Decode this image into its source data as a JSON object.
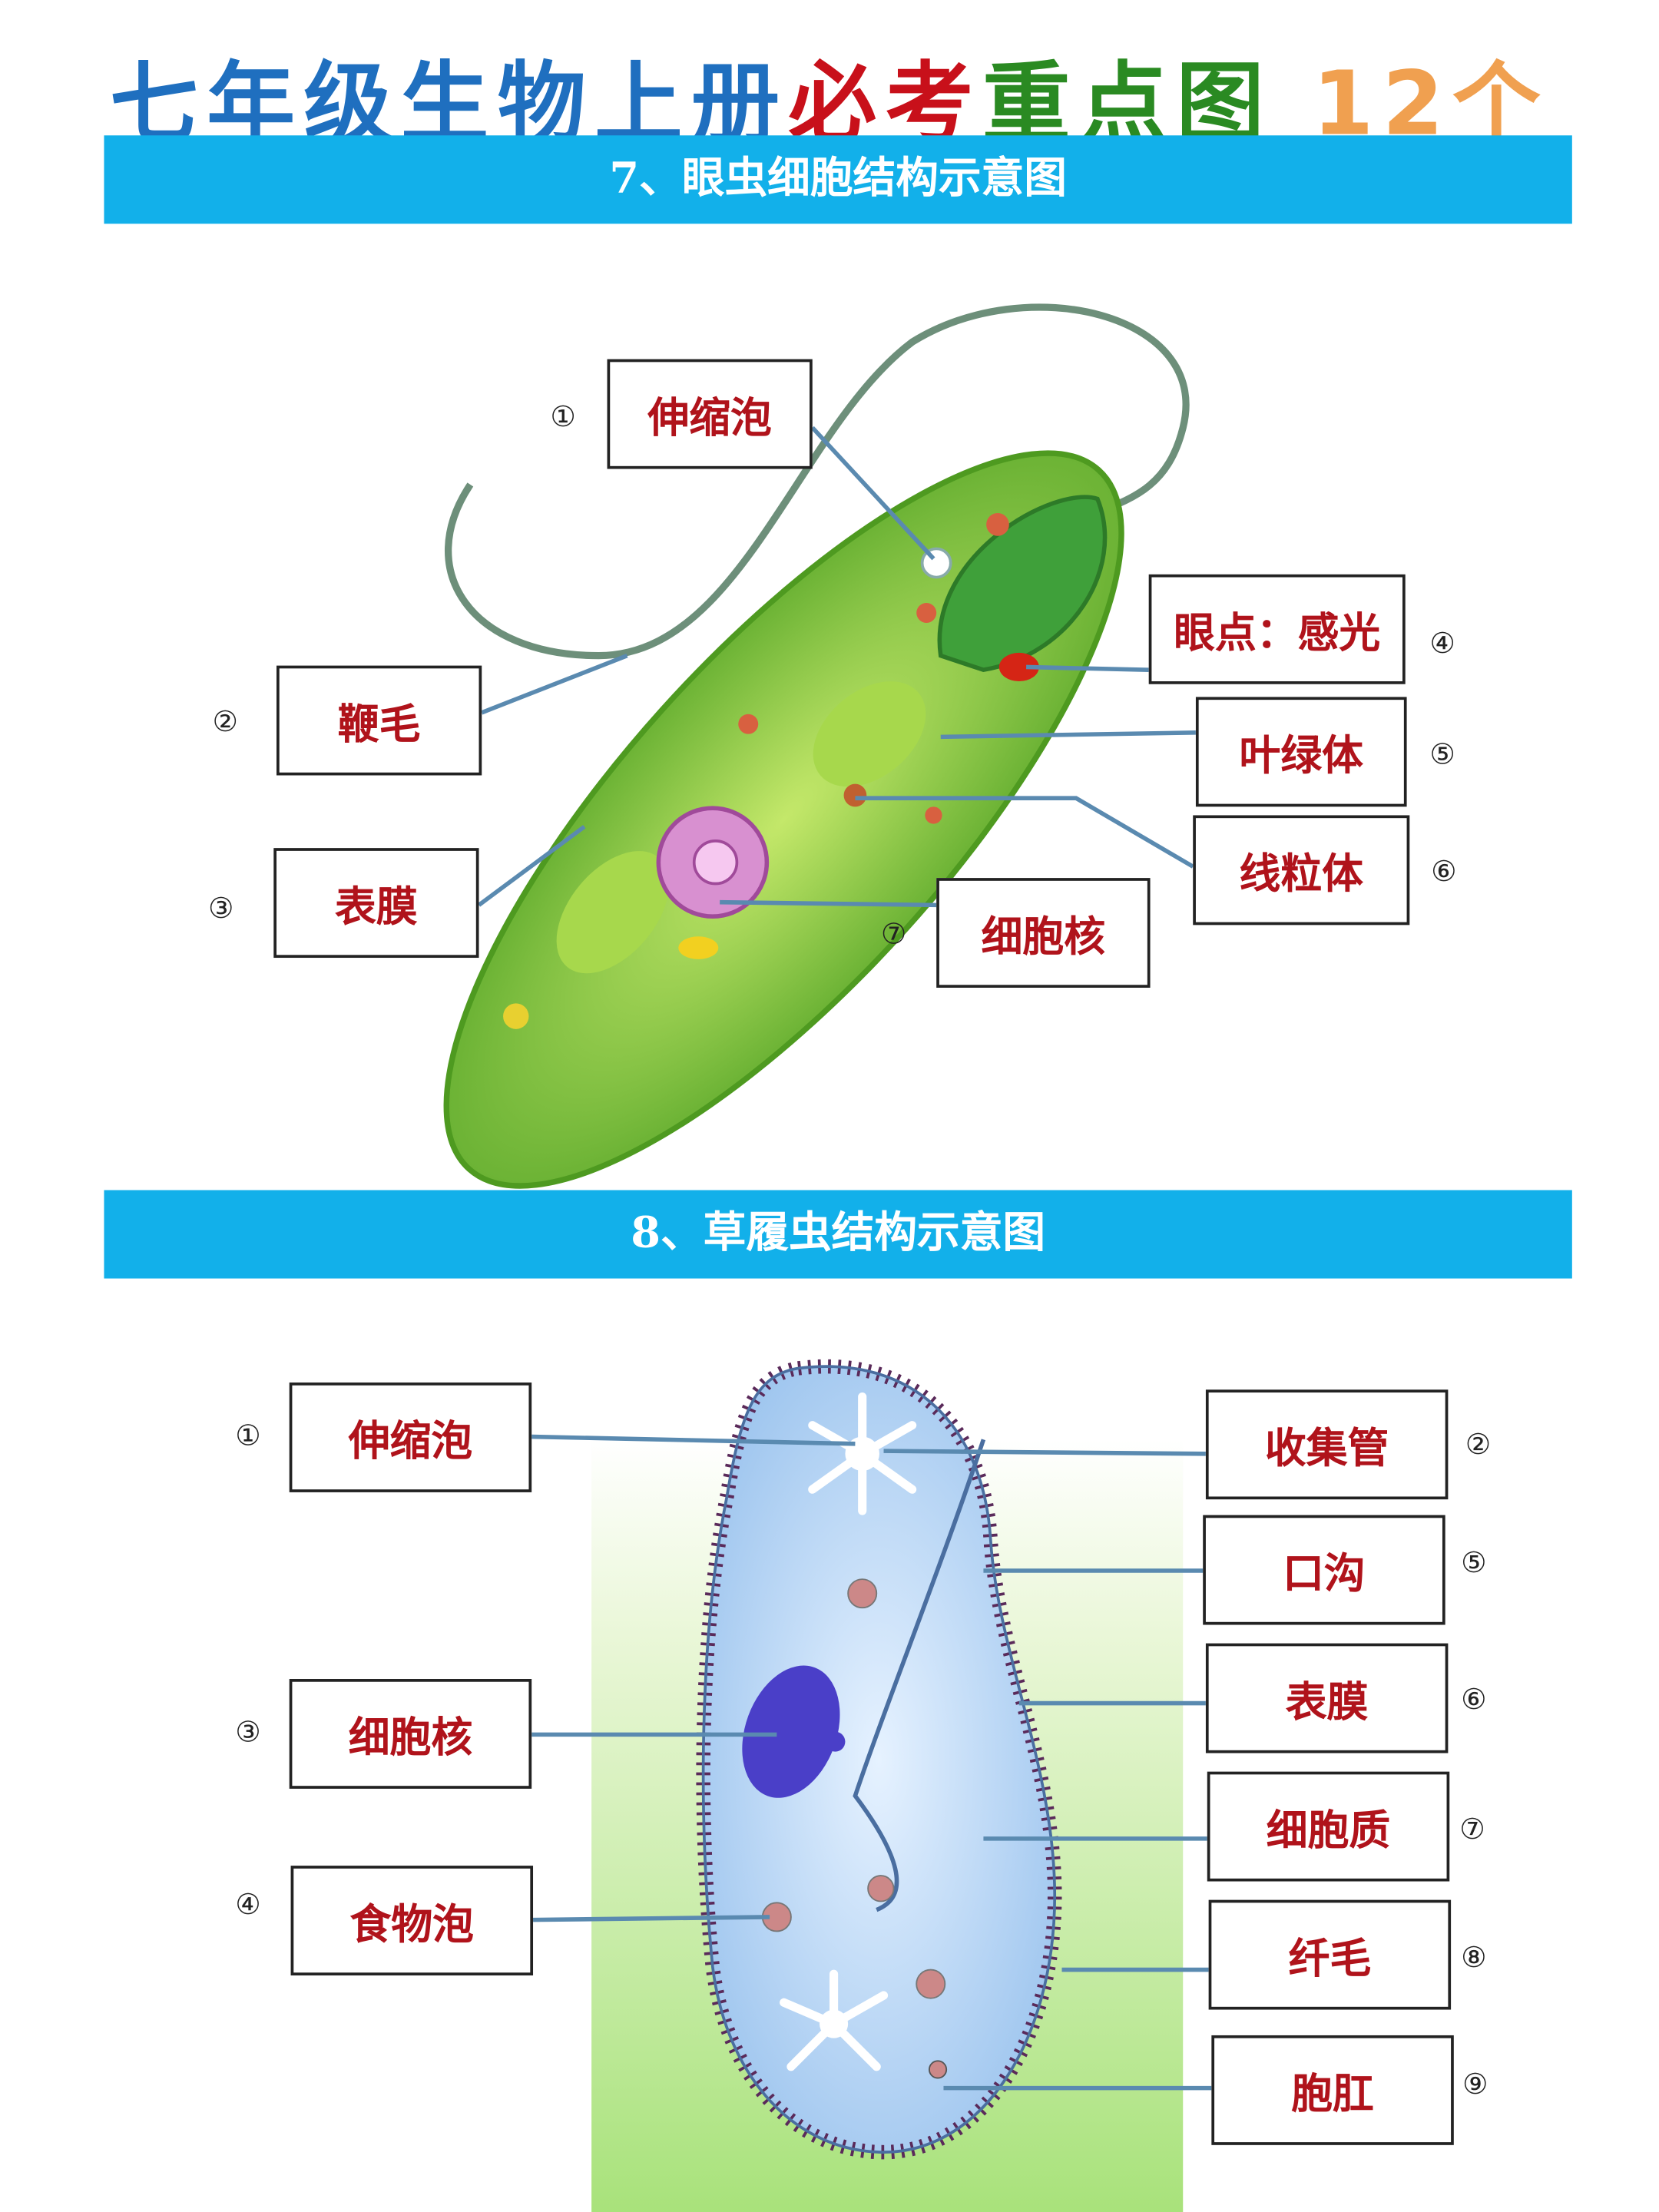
{
  "title": {
    "part1": "七年级生物上册",
    "part2": "必考",
    "part3": "重点图",
    "part4": "12个",
    "colors": [
      "#1f6fbf",
      "#c8101a",
      "#2a8a22",
      "#f0a050"
    ]
  },
  "sections": [
    {
      "heading": "7、眼虫细胞结构示意图",
      "labels": [
        {
          "num": "①",
          "text": "伸缩泡"
        },
        {
          "num": "②",
          "text": "鞭毛"
        },
        {
          "num": "③",
          "text": "表膜"
        },
        {
          "num": "④",
          "text": "眼点：感光"
        },
        {
          "num": "⑤",
          "text": "叶绿体"
        },
        {
          "num": "⑥",
          "text": "线粒体"
        },
        {
          "num": "⑦",
          "text": "细胞核"
        }
      ]
    },
    {
      "heading": "8、草履虫结构示意图",
      "labels": [
        {
          "num": "①",
          "text": "伸缩泡"
        },
        {
          "num": "②",
          "text": "收集管"
        },
        {
          "num": "③",
          "text": "细胞核"
        },
        {
          "num": "④",
          "text": "食物泡"
        },
        {
          "num": "⑤",
          "text": "口沟"
        },
        {
          "num": "⑥",
          "text": "表膜"
        },
        {
          "num": "⑦",
          "text": "细胞质"
        },
        {
          "num": "⑧",
          "text": "纤毛"
        },
        {
          "num": "⑨",
          "text": "胞肛"
        }
      ]
    }
  ]
}
